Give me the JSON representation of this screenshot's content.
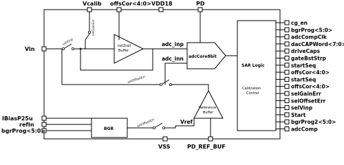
{
  "top_pins": {
    "vcalib": "Vcalib",
    "offscor": "offsCor<4:0>",
    "vdd18": "VDD18",
    "pd": "PD"
  },
  "bottom_pins": {
    "vss": "VSS",
    "pd_ref_buf": "PD_REF_BUF"
  },
  "left_pins": {
    "vin": "Vin",
    "ibias": "IBiasP25u",
    "refin": "refIn",
    "bgrprog": "bgrProg<5:0>"
  },
  "blocks": {
    "railbuffer": [
      "rail2rail",
      "Buffer"
    ],
    "adccore": "adcCore8bit",
    "refbuffer": [
      "Reference",
      "Buffer"
    ],
    "bgr": "BGR",
    "sar_logic": "SAR Logic",
    "calibration": [
      "Calibration",
      "Control"
    ]
  },
  "nets": {
    "adc_inp": "adc_inp",
    "adc_inn": "adc_inn",
    "vref": "Vref"
  },
  "switches": {
    "selgainerr": "selGainErr",
    "selvinp": "selVinp",
    "seloffseterr": "selOffsetErr",
    "seloffseterr2": "selOffsetErr"
  },
  "right_ports": [
    "cg_en",
    "bgrProg<5:0>",
    "adcCompClk",
    "dacCAPWord<7:0>",
    "driveCaps",
    "gateBstStrp",
    "startSeq",
    "offsCor<4:0>",
    "startSeq",
    "offsCor<4:0>",
    "selGainErr",
    "selOffsetErr",
    "selVinp",
    "Start",
    "bgrProg2<5:0>",
    "adcComp"
  ]
}
